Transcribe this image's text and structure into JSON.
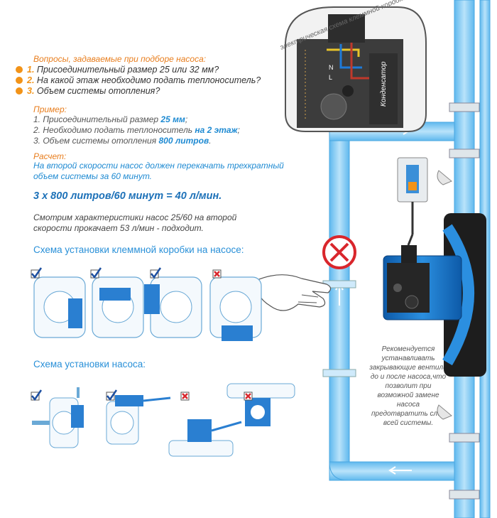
{
  "questions": {
    "title": "Вопросы, задаваемые при подборе насоса:",
    "items": [
      {
        "num": "1.",
        "text": "Присоединительный размер 25 или 32 мм?"
      },
      {
        "num": "2.",
        "text": "На какой этаж необходимо подать теплоноситель?"
      },
      {
        "num": "3.",
        "text": "Объем системы отопления?"
      }
    ]
  },
  "example": {
    "title": "Пример:",
    "items": [
      {
        "text": "1. Присоединительный размер ",
        "value": "25 мм",
        "tail": ";"
      },
      {
        "text": "2. Необходимо подать теплоноситель ",
        "value": "на 2 этаж",
        "tail": ";"
      },
      {
        "text": "3. Объем системы отопления ",
        "value": "800 литров",
        "tail": "."
      }
    ]
  },
  "calculation": {
    "title": "Расчет:",
    "text": "На второй скорости насос должен перекачать трехкратный объем системы за 60 минут.",
    "formula": "3 х 800 литров/60 минут = 40 л/мин.",
    "characteristics": "Смотрим характеристики насос 25/60 на второй скорости прокачает 53 л/мин - подходит."
  },
  "sections": {
    "terminal_box": "Схема установки клеммной коробки на насосе:",
    "pump": "Схема установки насоса:"
  },
  "electrical": {
    "caption": "электрическая схема клеммной коробки",
    "capacitor": "Конденсатор",
    "terminal_n": "N",
    "terminal_l": "L"
  },
  "note": "Рекомендуется устанавливать закрывающие вентили до и после насоса,что позволит при возможной замене насоса предотвратить слив всей системы.",
  "colors": {
    "orange": "#f29318",
    "blue": "#1e8ad2",
    "pipe_blue": "#8fd0f5",
    "check": "#1d4fa0",
    "cross": "#d9262c"
  },
  "checks": {
    "terminal_box": [
      true,
      true,
      true,
      false
    ],
    "pump": [
      true,
      true,
      false,
      false
    ]
  }
}
